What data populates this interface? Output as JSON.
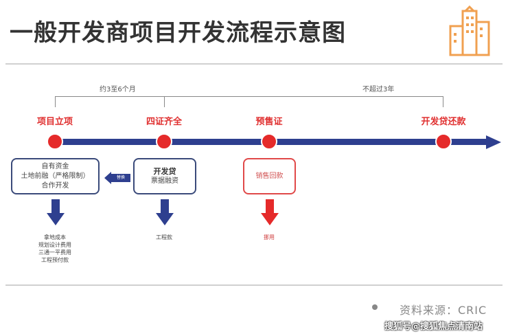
{
  "title": "一般开发商项目开发流程示意图",
  "durations": {
    "first": "约3至6个月",
    "second": "不超过3年"
  },
  "milestones": [
    "项目立项",
    "四证齐全",
    "预售证",
    "开发贷还款"
  ],
  "boxes": {
    "self_funding": [
      "自有资金",
      "土地前融（严格限制）",
      "合作开发"
    ],
    "dev_loan": {
      "title": "开发贷",
      "sub": "票据融资"
    },
    "sales": "销售回款"
  },
  "replace_label": "替换",
  "uses": {
    "self_funding": [
      "拿地成本",
      "规划设计费用",
      "三通一平费用",
      "工程预付款"
    ],
    "dev_loan": "工程款",
    "sales": "挪用"
  },
  "colors": {
    "blue": "#2e3f8f",
    "red": "#e52a2a",
    "orange": "#f0a050"
  },
  "footer": {
    "source": "资料来源：CRIC",
    "watermark": "搜狐号@搜狐焦点清南站"
  }
}
